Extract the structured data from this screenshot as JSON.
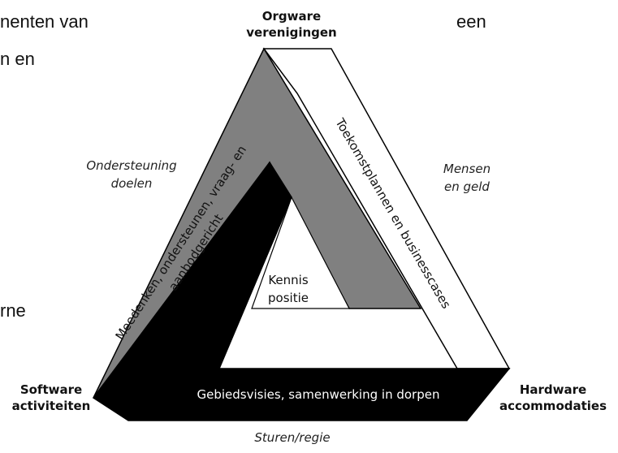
{
  "background_text": {
    "line1_left": "nenten van",
    "line1_right": "een",
    "line2_left": "n en",
    "line3_left": "rne"
  },
  "corners": {
    "top": {
      "line1": "Orgware",
      "line2": "verenigingen"
    },
    "left": {
      "line1": "Software",
      "line2": "activiteiten"
    },
    "right": {
      "line1": "Hardware",
      "line2": "accommodaties"
    }
  },
  "side_labels": {
    "left": {
      "line1": "Ondersteuning",
      "line2": "doelen"
    },
    "right": {
      "line1": "Mensen",
      "line2": "en geld"
    },
    "bottom": "Sturen/regie"
  },
  "bars": {
    "left_line1": "Meedenken, ondersteunen, vraag- en",
    "left_line2": "aanbodgericht",
    "right": "Toekomstplannen en businesscases",
    "bottom": "Gebiedsvisies, samenwerking in dorpen"
  },
  "center": {
    "line1": "Kennis",
    "line2": "positie"
  },
  "colors": {
    "left_bar": "#808080",
    "bottom_bar": "#000000",
    "right_bar": "#ffffff",
    "outline": "#000000"
  }
}
